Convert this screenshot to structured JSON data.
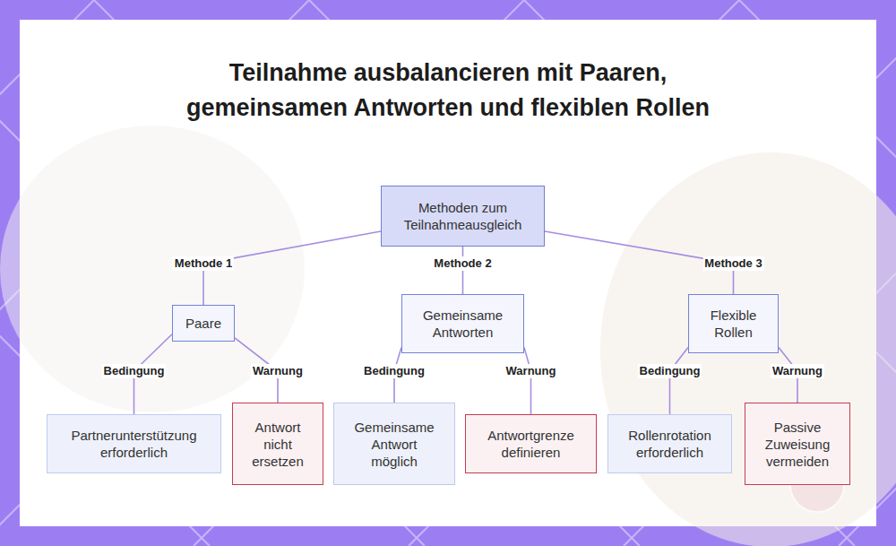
{
  "diagram": {
    "title": "Teilnahme ausbalancieren mit Paaren, gemeinsamen Antworten und flexiblen Rollen",
    "nodes": [
      {
        "text": [
          "Methoden zum Teilnahmeausgleich"
        ]
      },
      {
        "text": [
          "Paare"
        ]
      },
      {
        "text": [
          "Gemeinsame Antworten"
        ]
      },
      {
        "text": [
          "Flexible Rollen"
        ]
      },
      {
        "text": [
          "Partnerunterstützung erforderlich"
        ]
      },
      {
        "text": [
          "Antwort nicht ersetzen"
        ]
      },
      {
        "text": [
          "Gemeinsame Antwort möglich"
        ]
      },
      {
        "text": [
          "Antwortgrenze definieren"
        ]
      },
      {
        "text": [
          "Rollenrotation erforderlich"
        ]
      },
      {
        "text": [
          "Passive Zuweisung vermeiden"
        ]
      }
    ],
    "edges": [
      {
        "from": 0,
        "to": 1,
        "label": "Methode 1",
        "arrow": "none"
      },
      {
        "from": 0,
        "to": 2,
        "label": "Methode 2",
        "arrow": "none"
      },
      {
        "from": 0,
        "to": 3,
        "label": "Methode 3",
        "arrow": "none"
      },
      {
        "from": 1,
        "to": 4,
        "label": "Bedingung",
        "arrow": "none"
      },
      {
        "from": 1,
        "to": 5,
        "label": "Warnung",
        "arrow": "none"
      },
      {
        "from": 2,
        "to": 6,
        "label": "Bedingung",
        "arrow": "none"
      },
      {
        "from": 2,
        "to": 7,
        "label": "Warnung",
        "arrow": "none"
      },
      {
        "from": 3,
        "to": 8,
        "label": "Bedingung",
        "arrow": "none"
      },
      {
        "from": 3,
        "to": 9,
        "label": "Warnung",
        "arrow": "none"
      }
    ]
  }
}
